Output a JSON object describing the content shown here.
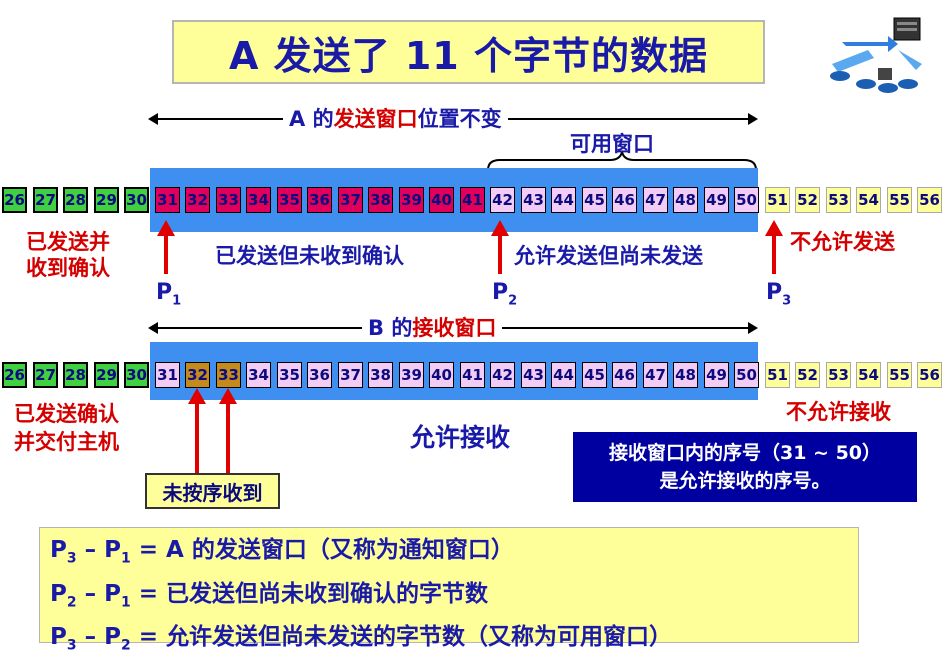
{
  "title": "A 发送了 11 个字节的数据",
  "send": {
    "window_label_prefix": "A 的",
    "window_label_red": "发送窗口",
    "window_label_suffix": "位置不变",
    "usable_label": "可用窗口",
    "acked_label_1": "已发送并",
    "acked_label_2": "收到确认",
    "sent_unacked_label": "已发送但未收到确认",
    "allowed_label": "允许发送但尚未发送",
    "not_allowed_label": "不允许发送",
    "p1": "P",
    "p1_sub": "1",
    "p2": "P",
    "p2_sub": "2",
    "p3": "P",
    "p3_sub": "3"
  },
  "recv": {
    "window_label_prefix": "B 的",
    "window_label_red": "接收窗口",
    "acked_label_1": "已发送确认",
    "acked_label_2": "并交付主机",
    "allowed_label": "允许接收",
    "not_allowed_label": "不允许接收",
    "unordered_label": "未按序收到",
    "note_line1": "接收窗口内的序号（31 ~ 50）",
    "note_line2": "是允许接收的序号。"
  },
  "bytes": [
    "26",
    "27",
    "28",
    "29",
    "30",
    "31",
    "32",
    "33",
    "34",
    "35",
    "36",
    "37",
    "38",
    "39",
    "40",
    "41",
    "42",
    "43",
    "44",
    "45",
    "46",
    "47",
    "48",
    "49",
    "50",
    "51",
    "52",
    "53",
    "54",
    "55",
    "56"
  ],
  "formulas": [
    {
      "a": "P",
      "as": "3",
      "m": " – ",
      "b": "P",
      "bs": "1",
      "rest": " = A 的发送窗口（又称为通知窗口）"
    },
    {
      "a": "P",
      "as": "2",
      "m": " – ",
      "b": "P",
      "bs": "1",
      "rest": " = 已发送但尚未收到确认的字节数"
    },
    {
      "a": "P",
      "as": "3",
      "m": " – ",
      "b": "P",
      "bs": "2",
      "rest": " = 允许发送但尚未发送的字节数（又称为可用窗口）"
    }
  ],
  "colors": {
    "window_blue": "#3f8ff1",
    "acked_green": "#3fd13f",
    "sent_red": "#e0005a",
    "allowed_pink": "#f3ccf5",
    "outside_yellow": "#ffff99",
    "out_of_order_orange": "#c48a1e"
  },
  "icons": [
    "network-logo-icon"
  ]
}
